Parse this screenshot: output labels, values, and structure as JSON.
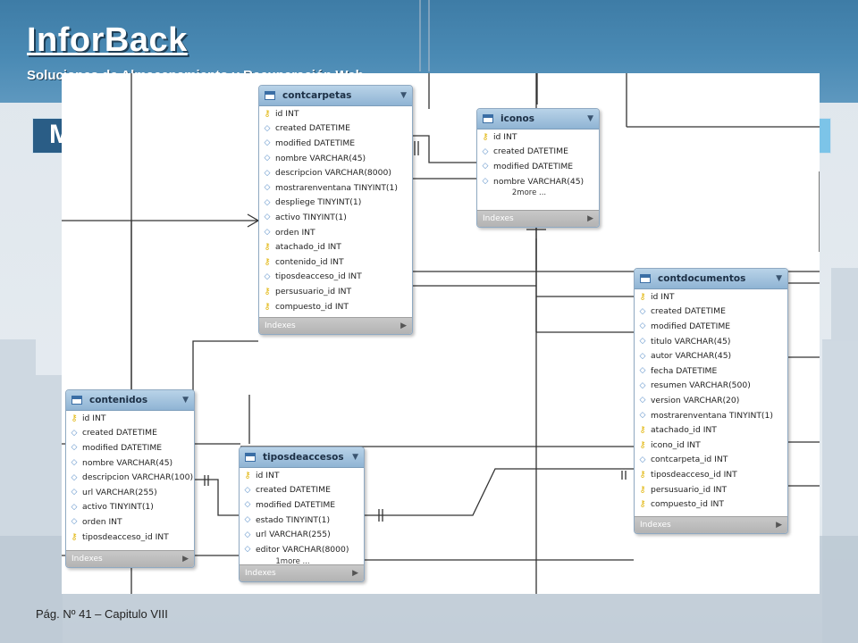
{
  "header": {
    "brand": "InforBack",
    "tagline": "Soluciones de Almacenamiento y Recuperación Web"
  },
  "slide": {
    "title_visible": "M"
  },
  "tables": {
    "contcarpetas": {
      "name": "contcarpetas",
      "columns": [
        {
          "kind": "key",
          "text": "id INT"
        },
        {
          "kind": "attr",
          "text": "created DATETIME"
        },
        {
          "kind": "attr",
          "text": "modified DATETIME"
        },
        {
          "kind": "attr",
          "text": "nombre VARCHAR(45)"
        },
        {
          "kind": "attr",
          "text": "descripcion VARCHAR(8000)"
        },
        {
          "kind": "attr",
          "text": "mostrarenventana TINYINT(1)"
        },
        {
          "kind": "attr",
          "text": "despliege TINYINT(1)"
        },
        {
          "kind": "attr",
          "text": "activo TINYINT(1)"
        },
        {
          "kind": "attr",
          "text": "orden INT"
        },
        {
          "kind": "key",
          "text": "atachado_id INT"
        },
        {
          "kind": "key",
          "text": "contenido_id INT"
        },
        {
          "kind": "attr",
          "text": "tiposdeacceso_id INT"
        },
        {
          "kind": "key",
          "text": "persusuario_id INT"
        },
        {
          "kind": "key",
          "text": "compuesto_id INT"
        }
      ],
      "footer": "Indexes"
    },
    "iconos": {
      "name": "iconos",
      "columns": [
        {
          "kind": "key",
          "text": "id INT"
        },
        {
          "kind": "attr",
          "text": "created DATETIME"
        },
        {
          "kind": "attr",
          "text": "modified DATETIME"
        },
        {
          "kind": "attr",
          "text": "nombre VARCHAR(45)"
        }
      ],
      "more": "2more ...",
      "footer": "Indexes"
    },
    "contdocumentos": {
      "name": "contdocumentos",
      "columns": [
        {
          "kind": "key",
          "text": "id INT"
        },
        {
          "kind": "attr",
          "text": "created DATETIME"
        },
        {
          "kind": "attr",
          "text": "modified DATETIME"
        },
        {
          "kind": "attr",
          "text": "titulo VARCHAR(45)"
        },
        {
          "kind": "attr",
          "text": "autor VARCHAR(45)"
        },
        {
          "kind": "attr",
          "text": "fecha DATETIME"
        },
        {
          "kind": "attr",
          "text": "resumen VARCHAR(500)"
        },
        {
          "kind": "attr",
          "text": "version VARCHAR(20)"
        },
        {
          "kind": "attr",
          "text": "mostrarenventana TINYINT(1)"
        },
        {
          "kind": "key",
          "text": "atachado_id INT"
        },
        {
          "kind": "key",
          "text": "icono_id INT"
        },
        {
          "kind": "attr",
          "text": "contcarpeta_id INT"
        },
        {
          "kind": "key",
          "text": "tiposdeacceso_id INT"
        },
        {
          "kind": "key",
          "text": "persusuario_id INT"
        },
        {
          "kind": "key",
          "text": "compuesto_id INT"
        }
      ],
      "footer": "Indexes"
    },
    "contenidos": {
      "name": "contenidos",
      "columns": [
        {
          "kind": "key",
          "text": "id INT"
        },
        {
          "kind": "attr",
          "text": "created DATETIME"
        },
        {
          "kind": "attr",
          "text": "modified DATETIME"
        },
        {
          "kind": "attr",
          "text": "nombre VARCHAR(45)"
        },
        {
          "kind": "attr",
          "text": "descripcion VARCHAR(100)"
        },
        {
          "kind": "attr",
          "text": "url VARCHAR(255)"
        },
        {
          "kind": "attr",
          "text": "activo TINYINT(1)"
        },
        {
          "kind": "attr",
          "text": "orden INT"
        },
        {
          "kind": "key",
          "text": "tiposdeacceso_id INT"
        }
      ],
      "footer": "Indexes"
    },
    "tiposdeaccesos": {
      "name": "tiposdeaccesos",
      "columns": [
        {
          "kind": "key",
          "text": "id INT"
        },
        {
          "kind": "attr",
          "text": "created DATETIME"
        },
        {
          "kind": "attr",
          "text": "modified DATETIME"
        },
        {
          "kind": "attr",
          "text": "estado TINYINT(1)"
        },
        {
          "kind": "attr",
          "text": "url VARCHAR(255)"
        },
        {
          "kind": "attr",
          "text": "editor VARCHAR(8000)"
        }
      ],
      "more": "1more ...",
      "footer": "Indexes"
    }
  },
  "footer": {
    "page": "Pág. Nº 41 – Capitulo VIII"
  }
}
